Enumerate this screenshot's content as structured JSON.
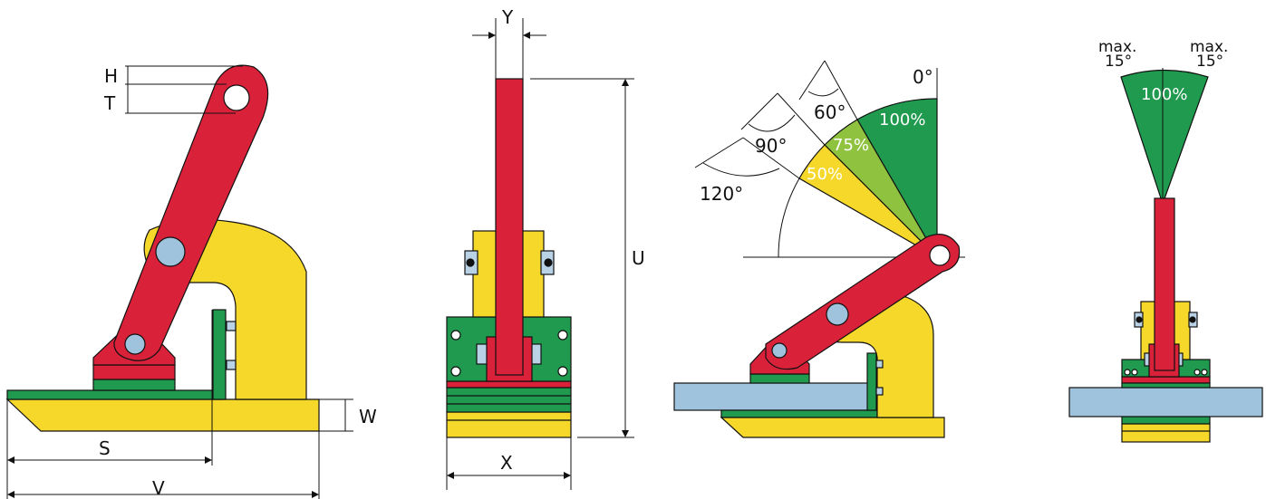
{
  "colors": {
    "red": "#d9213a",
    "yellow": "#f5d829",
    "green": "#1f9a4e",
    "light_green": "#8fc33f",
    "steel_blue": "#9fc3dc",
    "bracket_blue": "#b9d2e6"
  },
  "side_view": {
    "dims": {
      "H": "H",
      "T": "T",
      "W": "W",
      "S": "S",
      "V": "V"
    }
  },
  "front_view": {
    "dims": {
      "Y": "Y",
      "U": "U",
      "X": "X"
    }
  },
  "angle_view": {
    "angles": {
      "zero": "0°",
      "sixty": "60°",
      "ninety": "90°",
      "one_twenty": "120°"
    },
    "capacities": {
      "full": "100%",
      "three_quarter": "75%",
      "half": "50%"
    }
  },
  "tilt_view": {
    "left_label": {
      "line1": "max.",
      "line2": "15°"
    },
    "right_label": {
      "line1": "max.",
      "line2": "15°"
    },
    "capacity": "100%"
  }
}
